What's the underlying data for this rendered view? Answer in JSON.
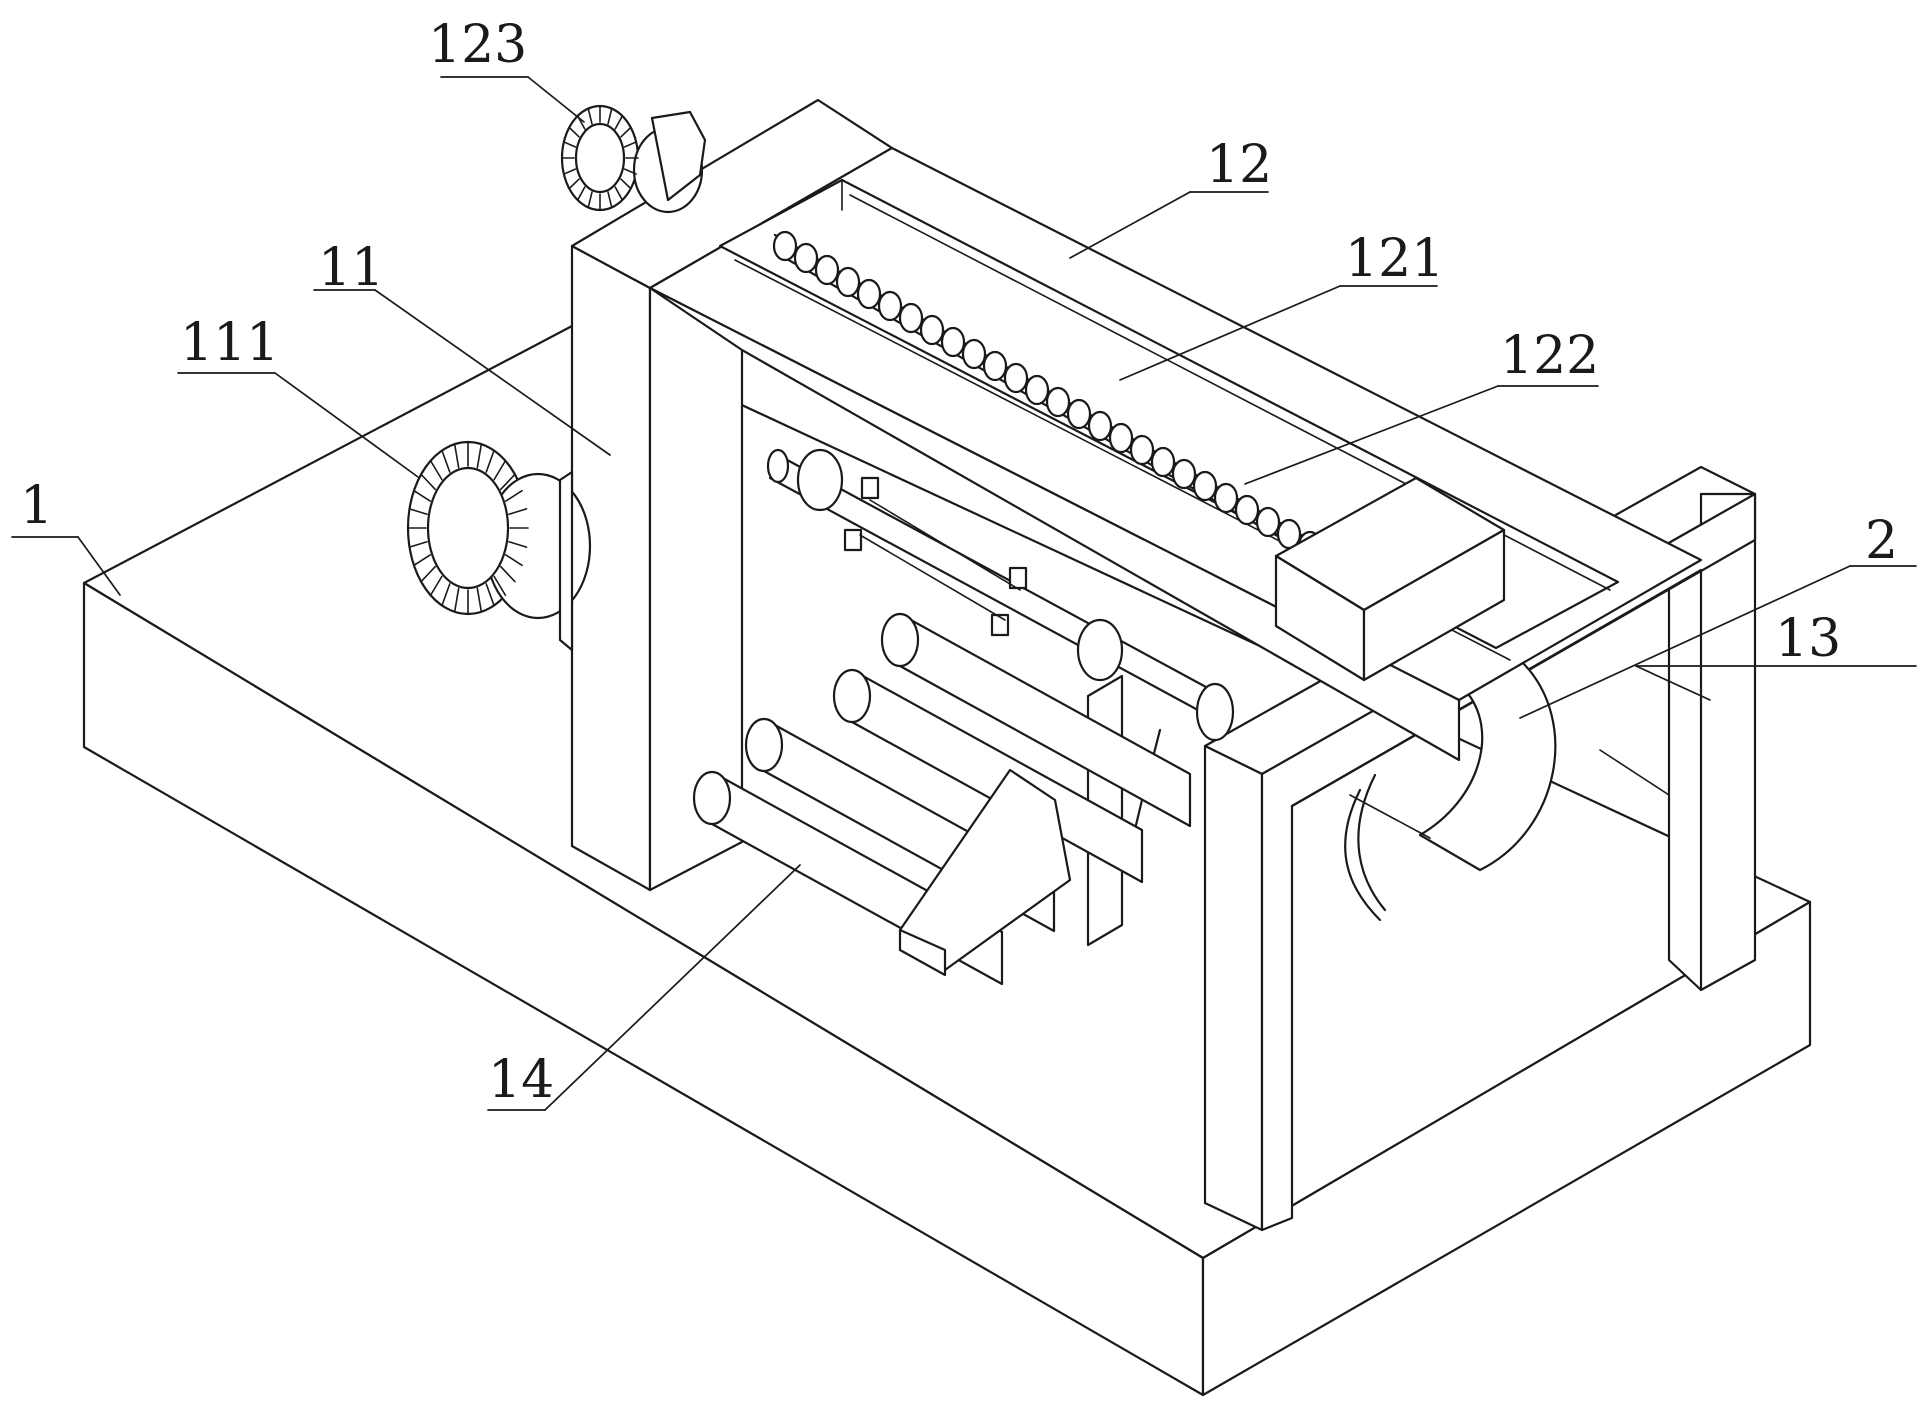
{
  "figure": {
    "reference_numerals": [
      {
        "id": "base",
        "text": "1"
      },
      {
        "id": "upright",
        "text": "11"
      },
      {
        "id": "motor-lower",
        "text": "111"
      },
      {
        "id": "top-frame",
        "text": "12"
      },
      {
        "id": "screw-rod",
        "text": "121"
      },
      {
        "id": "slider-rail",
        "text": "122"
      },
      {
        "id": "motor-upper",
        "text": "123"
      },
      {
        "id": "end-frame",
        "text": "13"
      },
      {
        "id": "guide-rollers",
        "text": "14"
      },
      {
        "id": "blade",
        "text": "2"
      }
    ]
  }
}
